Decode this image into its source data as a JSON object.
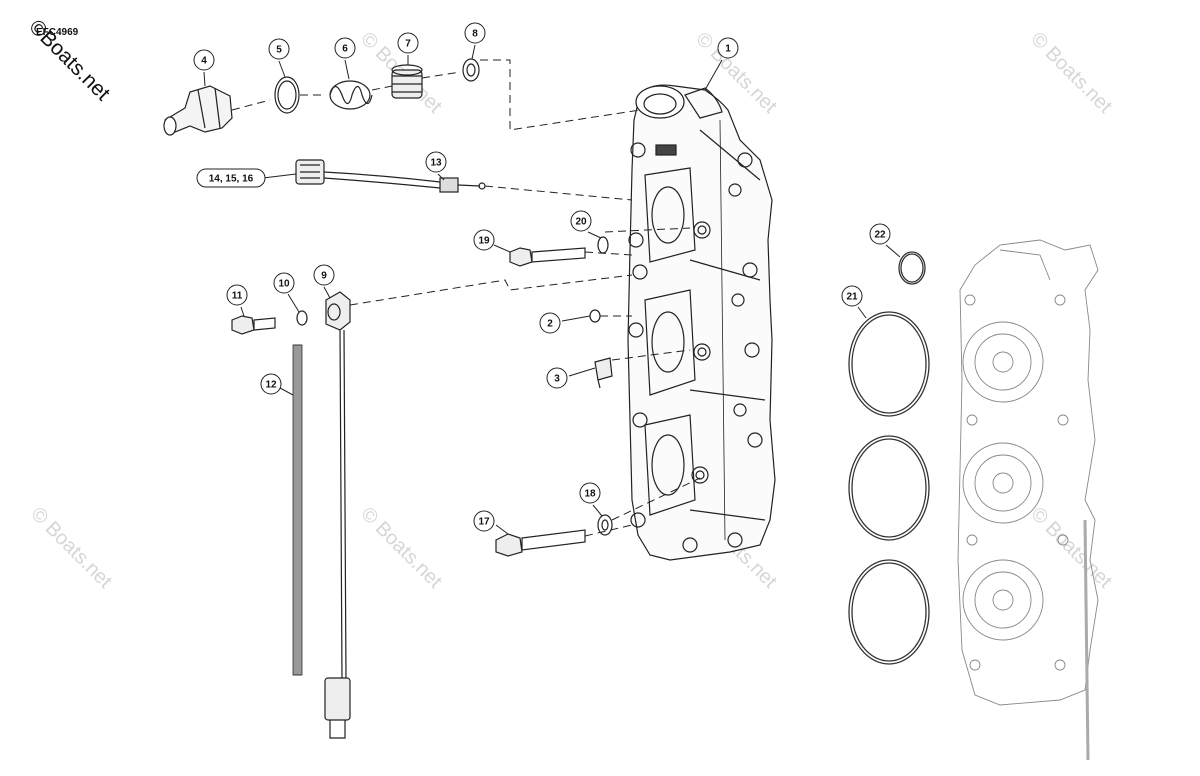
{
  "drawing_id": "EFC4969",
  "logo": "©Boats.net",
  "watermark": "© Boats.net",
  "callouts": [
    {
      "label": "1"
    },
    {
      "label": "2"
    },
    {
      "label": "3"
    },
    {
      "label": "4"
    },
    {
      "label": "5"
    },
    {
      "label": "6"
    },
    {
      "label": "7"
    },
    {
      "label": "8"
    },
    {
      "label": "9"
    },
    {
      "label": "10"
    },
    {
      "label": "11"
    },
    {
      "label": "12"
    },
    {
      "label": "13"
    },
    {
      "label": "14, 15, 16"
    },
    {
      "label": "17"
    },
    {
      "label": "18"
    },
    {
      "label": "19"
    },
    {
      "label": "20"
    },
    {
      "label": "21"
    },
    {
      "label": "22"
    }
  ]
}
